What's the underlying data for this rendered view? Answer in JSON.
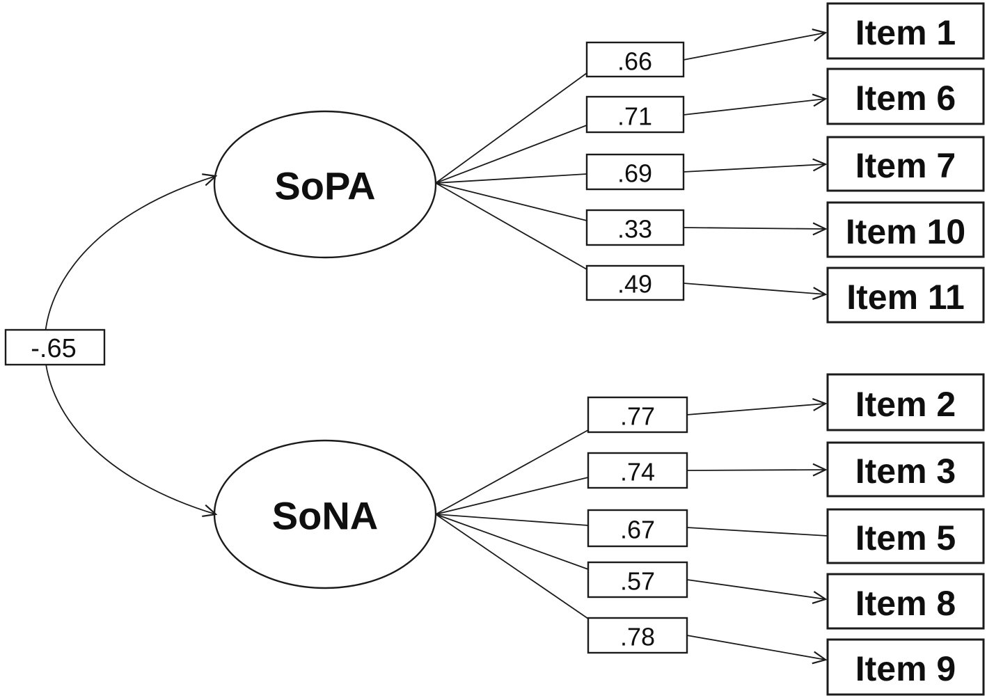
{
  "diagram": {
    "correlation": "-.65",
    "factors": [
      {
        "label": "SoPA",
        "indicators": [
          {
            "loading": ".66",
            "item": "Item 1"
          },
          {
            "loading": ".71",
            "item": "Item 6"
          },
          {
            "loading": ".69",
            "item": "Item 7"
          },
          {
            "loading": ".33",
            "item": "Item 10"
          },
          {
            "loading": ".49",
            "item": "Item 11"
          }
        ]
      },
      {
        "label": "SoNA",
        "indicators": [
          {
            "loading": ".77",
            "item": "Item 2"
          },
          {
            "loading": ".74",
            "item": "Item 3"
          },
          {
            "loading": ".67",
            "item": "Item 5"
          },
          {
            "loading": ".57",
            "item": "Item 8"
          },
          {
            "loading": ".78",
            "item": "Item 9"
          }
        ]
      }
    ],
    "colors": {
      "ink": "#1b1b1b",
      "background": "#ffffff"
    }
  }
}
